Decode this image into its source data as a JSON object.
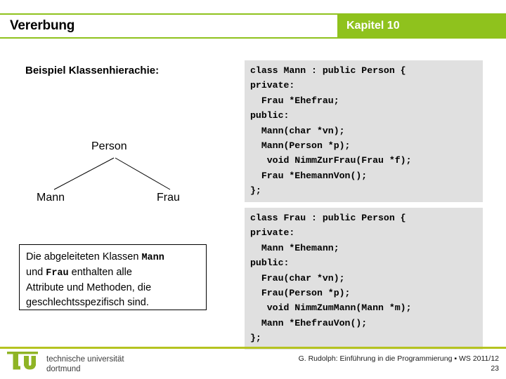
{
  "header": {
    "title": "Vererbung",
    "chapter": "Kapitel 10",
    "band_color": "#8fc21d",
    "title_color": "#000000",
    "chapter_color": "#ffffff"
  },
  "main": {
    "example_heading": "Beispiel Klassenhierachie:",
    "hierarchy": {
      "root": "Person",
      "children": [
        "Mann",
        "Frau"
      ]
    },
    "note": {
      "line1_a": "Die abgeleiteten Klassen ",
      "line1_mono": "Mann",
      "line2_a": "und ",
      "line2_mono": "Frau",
      "line2_b": " enthalten alle",
      "line3": "Attribute und Methoden, die",
      "line4": "geschlechtsspezifisch sind."
    },
    "code_blocks": [
      {
        "name": "class-mann",
        "background": "#e0e0e0",
        "text": "class Mann : public Person {\nprivate:\n  Frau *Ehefrau;\npublic:\n  Mann(char *vn);\n  Mann(Person *p);\n   void NimmZurFrau(Frau *f);\n  Frau *EhemannVon();\n};"
      },
      {
        "name": "class-frau",
        "background": "#e0e0e0",
        "text": "class Frau : public Person {\nprivate:\n  Mann *Ehemann;\npublic:\n  Frau(char *vn);\n  Frau(Person *p);\n   void NimmZumMann(Mann *m);\n  Mann *EhefrauVon();\n};"
      }
    ]
  },
  "footer": {
    "rule_color": "#b5c320",
    "logo": {
      "mark": "tu",
      "line1": "technische universität",
      "line2": "dortmund",
      "mark_color": "#8fb425",
      "text_color": "#3c3c3c"
    },
    "credit": "G. Rudolph: Einführung in die Programmierung ▪ WS 2011/12",
    "page_number": "23"
  }
}
